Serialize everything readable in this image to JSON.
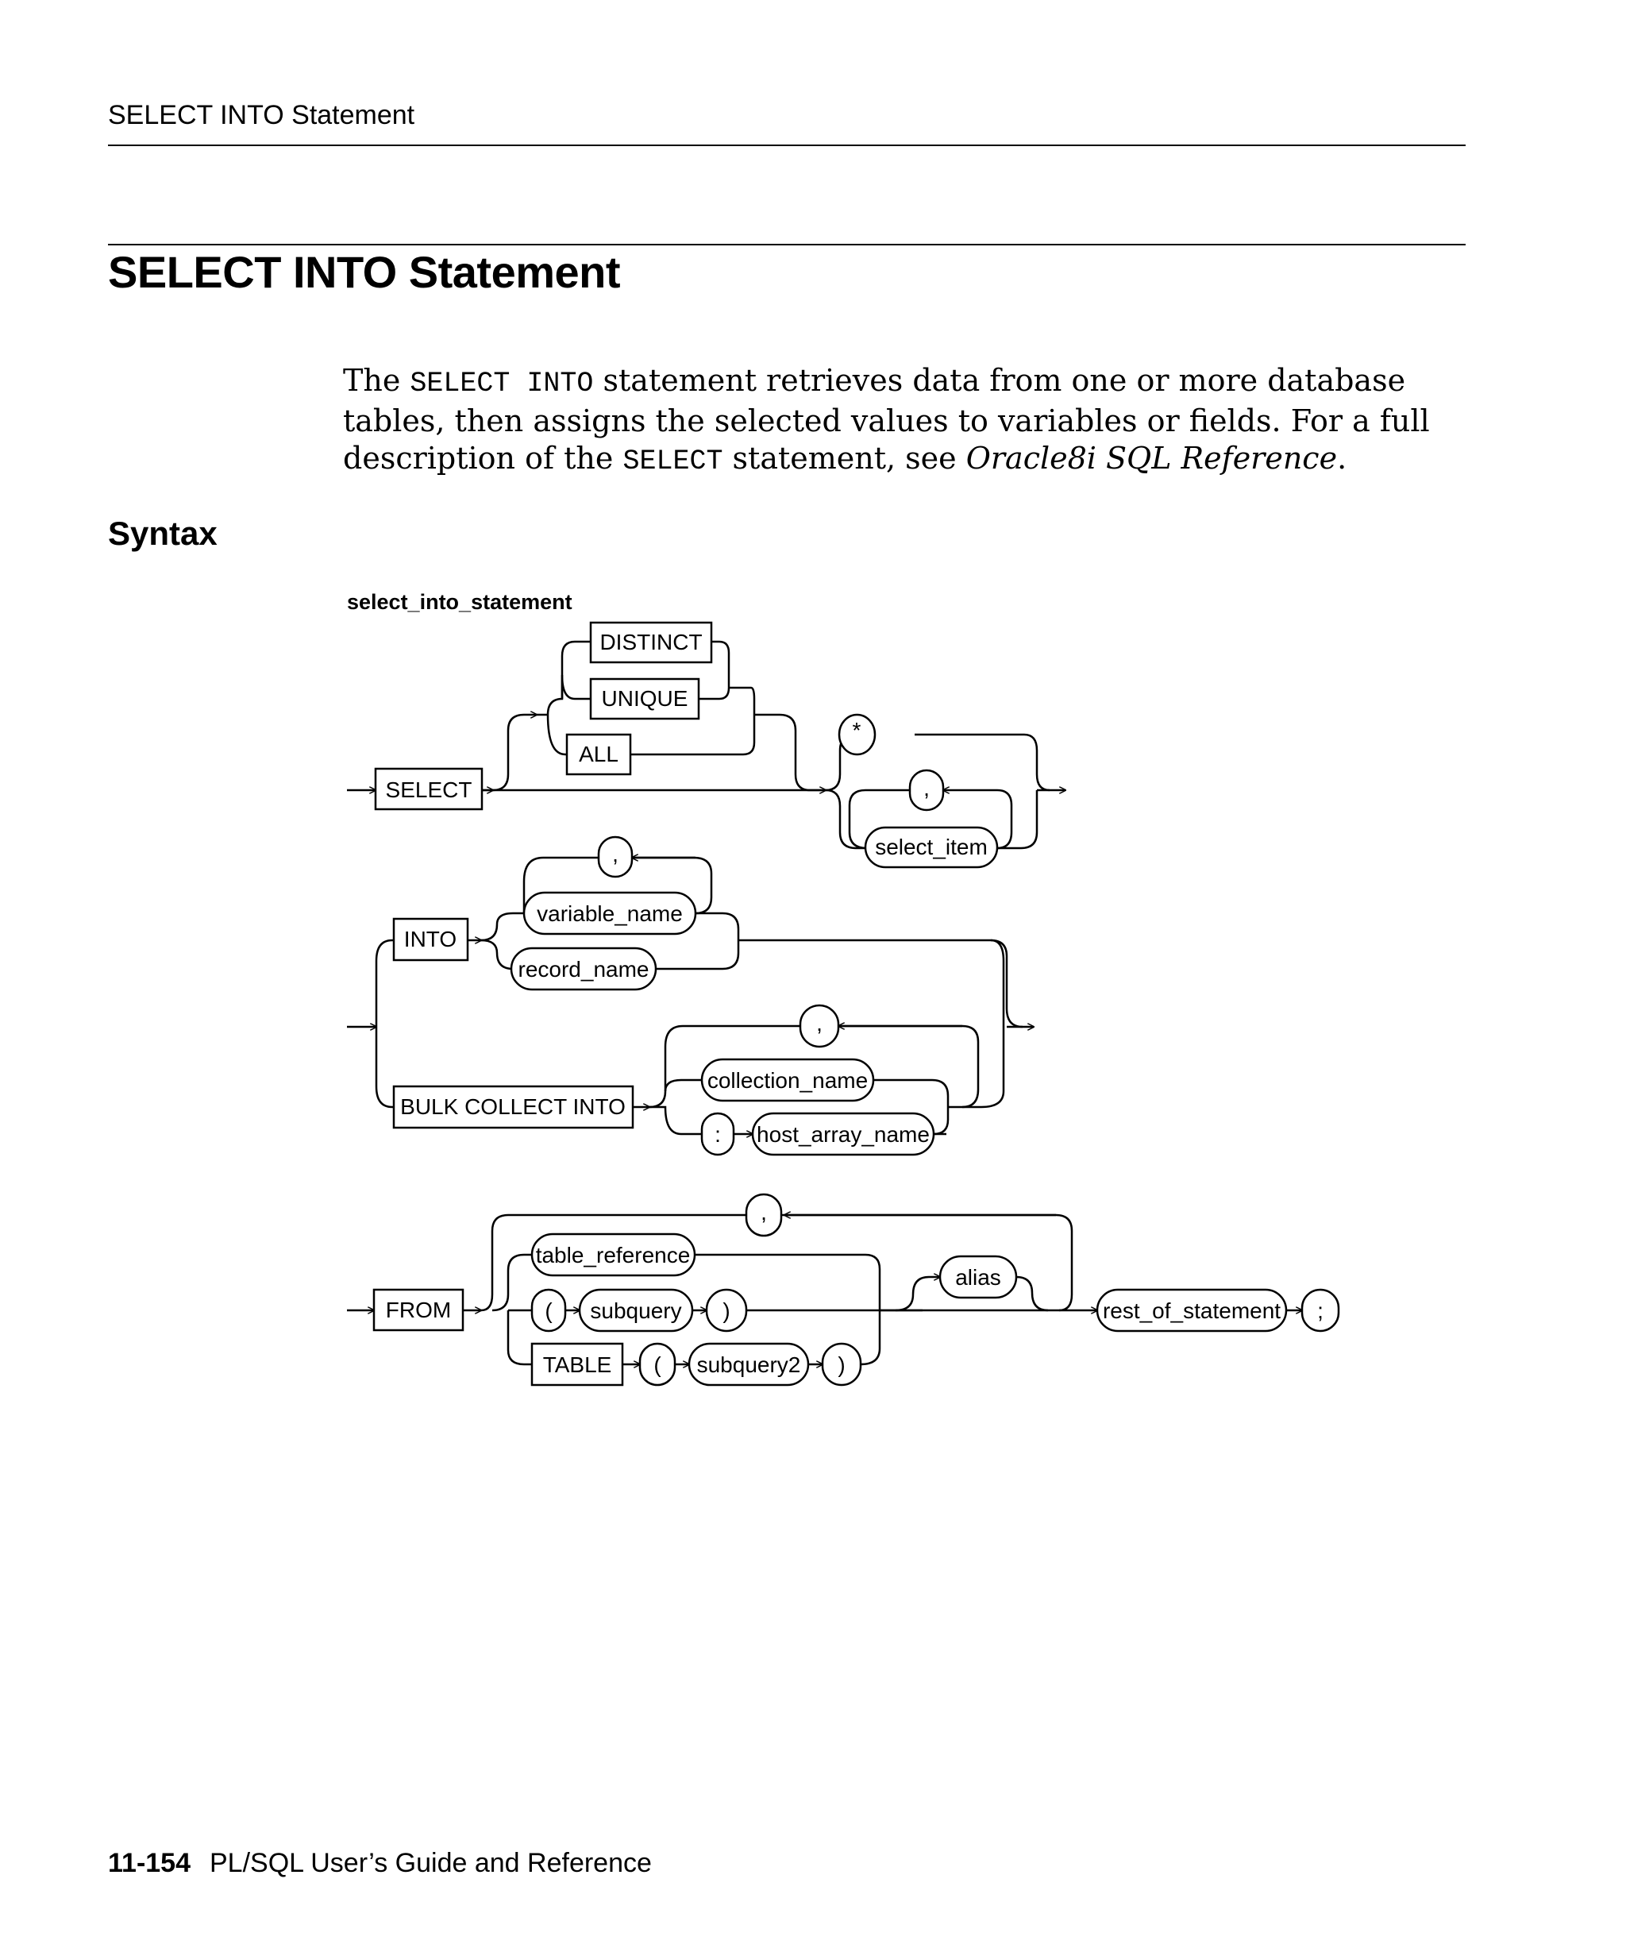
{
  "header": {
    "running_title": "SELECT INTO Statement"
  },
  "section": {
    "title": "SELECT INTO Statement",
    "syntax_heading": "Syntax"
  },
  "intro": {
    "p1": "The ",
    "code1": "SELECT INTO",
    "p2": " statement retrieves data from one or more database tables, then assigns the selected values to variables or fields. For a full description of the ",
    "code2": "SELECT",
    "p3": " statement, see ",
    "ref": "Oracle8i SQL Reference",
    "p4": "."
  },
  "diagram": {
    "label": "select_into_statement",
    "select": "SELECT",
    "distinct": "DISTINCT",
    "unique": "UNIQUE",
    "all": "ALL",
    "star": "*",
    "comma": ",",
    "select_item": "select_item",
    "into": "INTO",
    "variable_name": "variable_name",
    "record_name": "record_name",
    "bulk_collect_into": "BULK  COLLECT  INTO",
    "collection_name": "collection_name",
    "colon": ":",
    "host_array_name": "host_array_name",
    "from": "FROM",
    "table_reference": "table_reference",
    "lparen": "(",
    "rparen": ")",
    "subquery": "subquery",
    "table": "TABLE",
    "subquery2": "subquery2",
    "alias": "alias",
    "rest_of_statement": "rest_of_statement",
    "semicolon": ";"
  },
  "footer": {
    "page_number": "11-154",
    "book_title": "PL/SQL User’s Guide and Reference"
  }
}
